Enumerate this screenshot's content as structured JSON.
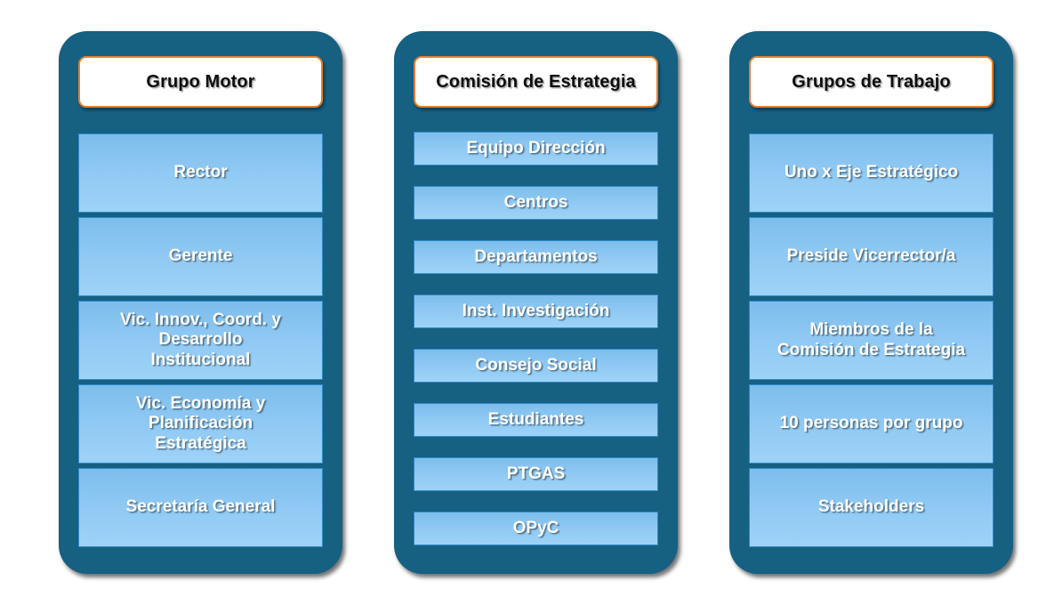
{
  "theme": {
    "panel_bg": "#166082",
    "title_bg": "#ffffff",
    "title_border": "#e2812f",
    "title_text": "#0d0d0d",
    "item_fill_top": "#7dbdeb",
    "item_fill_bottom": "#9ed3f8",
    "item_border": "#2e8bc8",
    "item_text": "#ffffff",
    "page_bg": "#ffffff"
  },
  "columns": [
    {
      "title": "Grupo Motor",
      "items": [
        {
          "label": "Rector"
        },
        {
          "label": "Gerente"
        },
        {
          "label": "Vic. Innov., Coord. y\nDesarrollo\nInstitucional"
        },
        {
          "label": "Vic. Economía y\nPlanificación\nEstratégica"
        },
        {
          "label": "Secretaría General"
        }
      ]
    },
    {
      "title": "Comisión de Estrategia",
      "items": [
        {
          "label": "Equipo Dirección"
        },
        {
          "label": "Centros"
        },
        {
          "label": "Departamentos"
        },
        {
          "label": "Inst. Investigación"
        },
        {
          "label": "Consejo Social"
        },
        {
          "label": "Estudiantes"
        },
        {
          "label": "PTGAS"
        },
        {
          "label": "OPyC"
        }
      ]
    },
    {
      "title": "Grupos de Trabajo",
      "items": [
        {
          "label": "Uno x Eje Estratégico"
        },
        {
          "label": "Preside Vicerrector/a"
        },
        {
          "label": "Miembros de la\nComisión de Estrategia"
        },
        {
          "label": "10 personas por grupo"
        },
        {
          "label": "Stakeholders"
        }
      ]
    }
  ]
}
